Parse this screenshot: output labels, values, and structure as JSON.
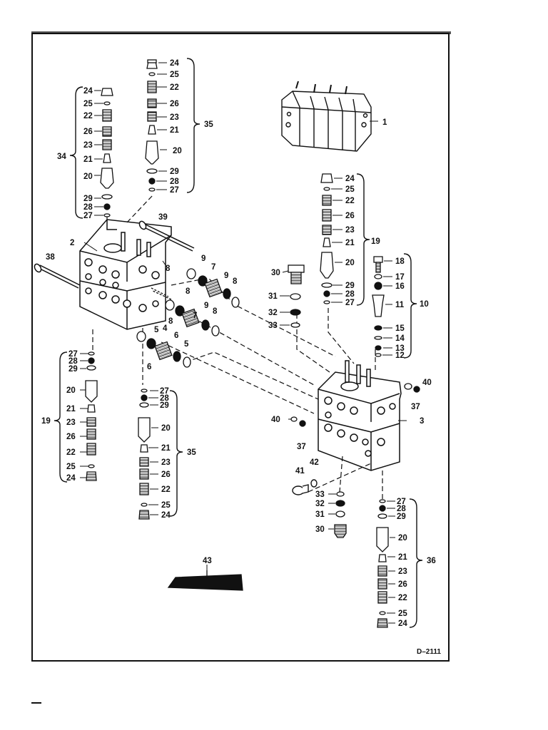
{
  "figure": {
    "code": "D–2111",
    "stroke_color": "#111111",
    "background": "#ffffff",
    "callouts": [
      "1",
      "2",
      "3",
      "4",
      "5",
      "6",
      "7",
      "8",
      "9",
      "10",
      "11",
      "12",
      "13",
      "14",
      "15",
      "16",
      "17",
      "18",
      "19",
      "20",
      "21",
      "22",
      "23",
      "24",
      "25",
      "26",
      "27",
      "28",
      "29",
      "30",
      "31",
      "32",
      "33",
      "34",
      "35",
      "36",
      "37",
      "38",
      "39",
      "40",
      "41",
      "42",
      "43"
    ]
  }
}
